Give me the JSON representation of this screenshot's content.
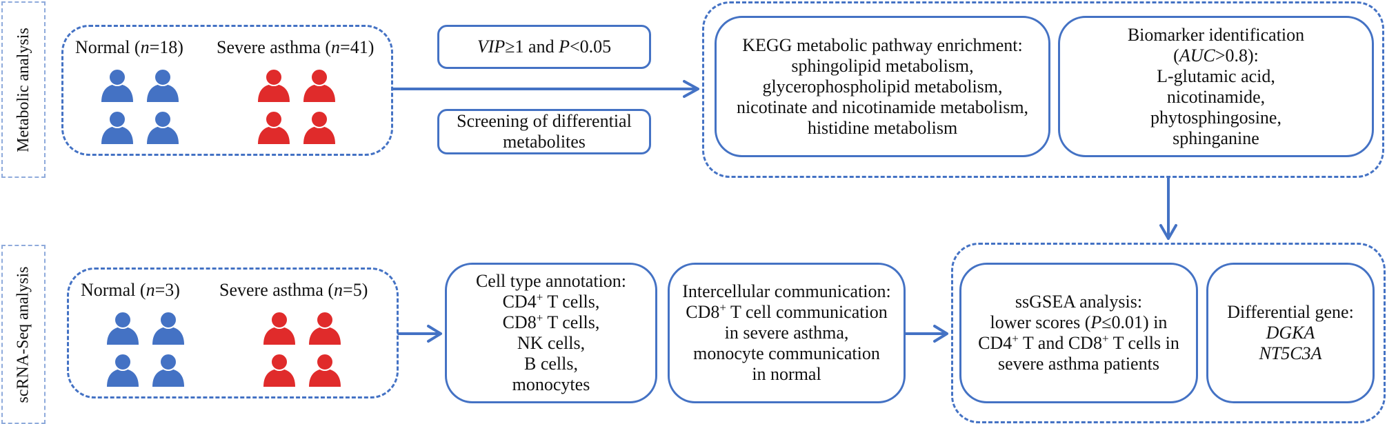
{
  "colors": {
    "accent": "#4472c4",
    "normal_person": "#4472c4",
    "asthma_person": "#e02b2b",
    "side_label_border": "#8eaadb"
  },
  "metabolic": {
    "side_label": "Metabolic analysis",
    "normal_label": "Normal (",
    "normal_n_italic": "n",
    "normal_n_rest": "=18)",
    "asthma_label": "Severe asthma (",
    "asthma_n_italic": "n",
    "asthma_n_rest": "=41)",
    "criteria_vip": "VIP",
    "criteria_mid": "≥1 and ",
    "criteria_p": "P",
    "criteria_end": "<0.05",
    "screening": [
      "Screening of differential",
      "metabolites"
    ],
    "kegg": {
      "title": "KEGG metabolic pathway enrichment:",
      "items": [
        "sphingolipid metabolism,",
        "glycerophospholipid metabolism,",
        "nicotinate and nicotinamide metabolism,",
        "histidine metabolism"
      ]
    },
    "biomarker": {
      "title": "Biomarker identification",
      "auc_open": "(",
      "auc_italic": "AUC",
      "auc_rest": ">0.8):",
      "items": [
        "L-glutamic acid,",
        "nicotinamide,",
        "phytosphingosine,",
        "sphinganine"
      ]
    }
  },
  "scrna": {
    "side_label": "scRNA-Seq analysis",
    "normal_label": "Normal (",
    "normal_n_italic": "n",
    "normal_n_rest": "=3)",
    "asthma_label": "Severe asthma (",
    "asthma_n_italic": "n",
    "asthma_n_rest": "=5)",
    "celltype": {
      "title": "Cell type annotation:",
      "cd4": "CD4",
      "cd4_sup": "+",
      "cd4_rest": " T cells,",
      "cd8": "CD8",
      "cd8_sup": "+",
      "cd8_rest": " T cells,",
      "nk": "NK cells,",
      "b": "B cells,",
      "mono": "monocytes"
    },
    "intercell": {
      "title": "Intercellular communication:",
      "cd8": "CD8",
      "cd8_sup": "+",
      "cd8_rest": " T cell communication",
      "line3": "in severe asthma,",
      "line4": "monocyte communication",
      "line5": "in normal"
    },
    "ssgsea": {
      "title": "ssGSEA analysis:",
      "line2_a": "lower scores (",
      "line2_p": "P",
      "line2_b": "≤0.01) in",
      "cd4": "CD4",
      "cd4_sup": "+",
      "mid": " T and CD8",
      "cd8_sup": "+",
      "cd8_rest": " T cells in",
      "line4": "severe asthma patients"
    },
    "diffgene": {
      "title": "Differential gene:",
      "genes": [
        "DGKA",
        "NT5C3A"
      ]
    }
  }
}
